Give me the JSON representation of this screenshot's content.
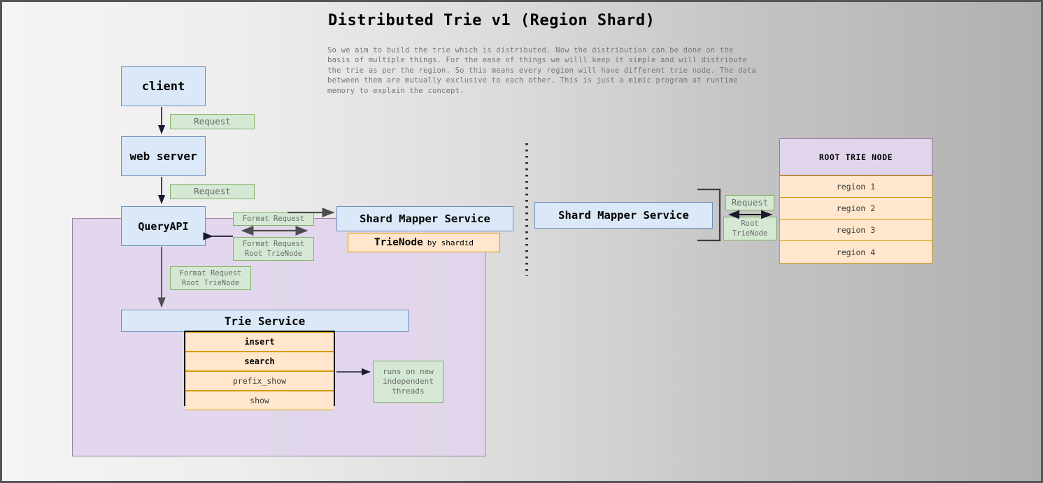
{
  "title": "Distributed Trie v1  (Region Shard)",
  "description": "So we aim to build the trie which is distributed. Now the distribution can be done on the basis of multiple things. For the ease of things we willl keep it simple and will distribute the trie as per the region. So this means every region will have different trie node. The data between them are mutually exclusive to each other. This is just a mimic program at runtime memory to explain the concept.",
  "left_flow": {
    "client": "client",
    "web_server": "web server",
    "query_api": "QueryAPI",
    "trie_service": "Trie Service",
    "edge_client_to_web": "Request",
    "edge_web_to_api": "Request",
    "edge_api_to_mapper": "Format Request",
    "edge_mapper_to_api_l1": "Format Request",
    "edge_mapper_to_api_l2": "Root TrieNode",
    "edge_api_to_trie_l1": "Format Request",
    "edge_api_to_trie_l2": "Root TrieNode"
  },
  "trie_operations": [
    {
      "label": "insert",
      "bold": true
    },
    {
      "label": "search",
      "bold": true
    },
    {
      "label": "prefix_show",
      "bold": false
    },
    {
      "label": "show",
      "bold": false
    }
  ],
  "threads_note": {
    "line1": "runs on new",
    "line2": "independent",
    "line3": "threads"
  },
  "shard_mapper_left": {
    "title": "Shard Mapper Service",
    "sub_strong": "TrieNode",
    "sub_weak": "by shardid"
  },
  "shard_mapper_right": {
    "title": "Shard Mapper Service",
    "edge_request": "Request",
    "edge_root_l1": "Root",
    "edge_root_l2": "TrieNode"
  },
  "root_trie_node": {
    "header": "ROOT TRIE NODE",
    "regions": [
      "region 1",
      "region 2",
      "region 3",
      "region 4"
    ]
  },
  "colors": {
    "blue_fill": "#dae8f7",
    "blue_border": "#6c8ebf",
    "green_fill": "#d5e8d4",
    "green_border": "#82b366",
    "orange_fill": "#ffe6cc",
    "orange_border": "#d79b00",
    "purple_fill": "#e1d5ec",
    "purple_border": "#9673a6"
  }
}
